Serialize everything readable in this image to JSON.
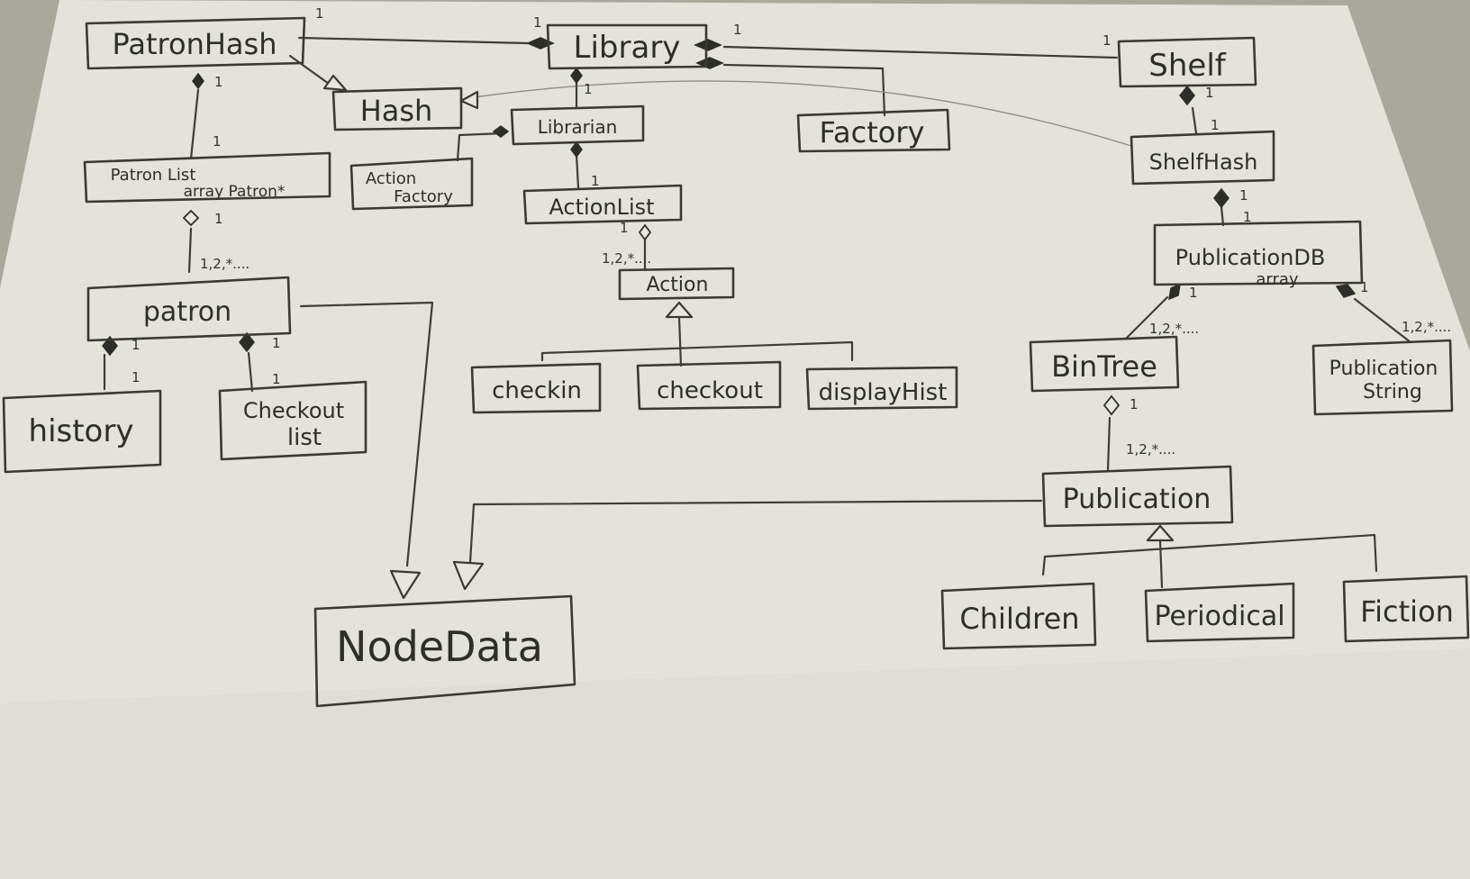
{
  "classes": {
    "patron_hash": "PatronHash",
    "library": "Library",
    "shelf": "Shelf",
    "hash": "Hash",
    "librarian": "Librarian",
    "factory": "Factory",
    "shelf_hash": "ShelfHash",
    "patron_list": "Patron List",
    "patron_list_sub": "array Patron*",
    "action_factory_1": "Action",
    "action_factory_2": "Factory",
    "action_list": "ActionList",
    "publication_db": "PublicationDB",
    "publication_db_sub": "array",
    "action": "Action",
    "patron": "patron",
    "bintree": "BinTree",
    "publication_string_1": "Publication",
    "publication_string_2": "String",
    "history": "history",
    "checkout_list_1": "Checkout",
    "checkout_list_2": "list",
    "checkin": "checkin",
    "checkout": "checkout",
    "display_hist": "displayHist",
    "publication": "Publication",
    "children": "Children",
    "periodical": "Periodical",
    "fiction": "Fiction",
    "node_data": "NodeData"
  },
  "multiplicity": {
    "one": "1",
    "many": "1,2,*...."
  }
}
